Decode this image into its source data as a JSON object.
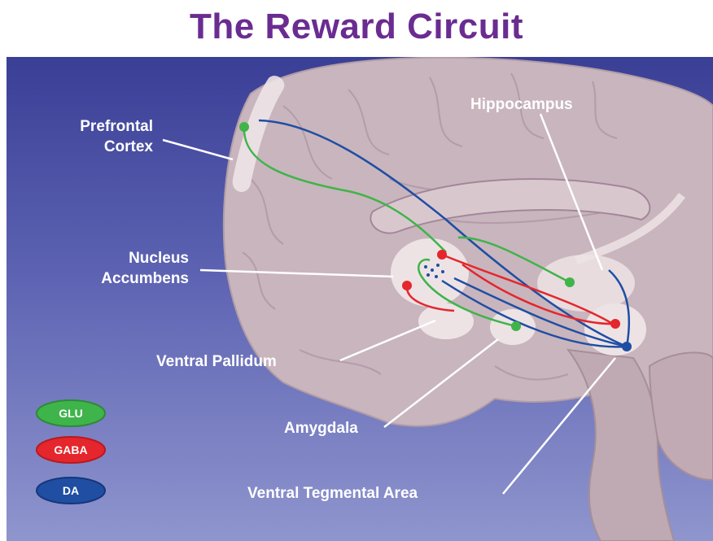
{
  "title": "The Reward Circuit",
  "labels": {
    "prefrontal_cortex": [
      "Prefrontal",
      "Cortex"
    ],
    "hippocampus": "Hippocampus",
    "nucleus_accumbens": [
      "Nucleus",
      "Accumbens"
    ],
    "ventral_pallidum": "Ventral Pallidum",
    "amygdala": "Amygdala",
    "ventral_tegmental_area": "Ventral Tegmental Area"
  },
  "legend": [
    {
      "label": "GLU",
      "color": "#3fb44a"
    },
    {
      "label": "GABA",
      "color": "#e5262c"
    },
    {
      "label": "DA",
      "color": "#1f4ea3"
    }
  ],
  "colors": {
    "title": "#6a2c91",
    "brain": "#c9b5bd",
    "highlight": "#ede3e5",
    "glu": "#3fb44a",
    "gaba": "#e5262c",
    "da": "#1f4ea3"
  }
}
